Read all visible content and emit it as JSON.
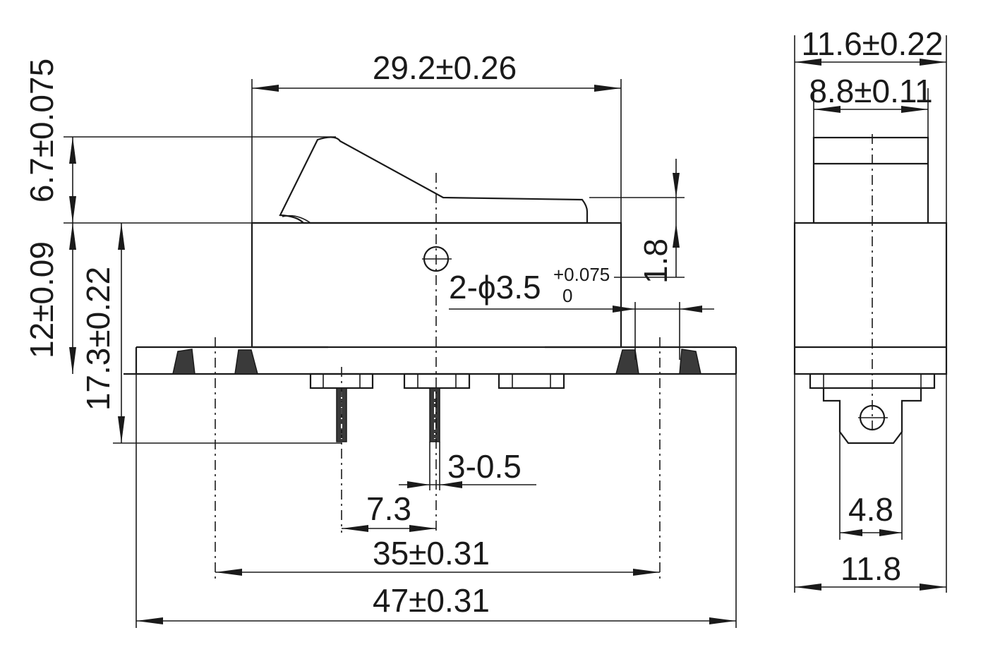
{
  "dimensions": {
    "body_width": "29.2±0.26",
    "actuator_height": "6.7±0.075",
    "body_height": "12±0.09",
    "overall_height": "17.3±0.22",
    "hole_offset": "1.8",
    "hole_spec_prefix": "2-ϕ3.5",
    "hole_tol_upper": "+0.075",
    "hole_tol_lower": "0",
    "terminal_thickness": "3-0.5",
    "terminal_pitch": "7.3",
    "mounting_hole_spacing": "35±0.31",
    "flange_length": "47±0.31",
    "side_actuator_width": "11.6±0.22",
    "side_inner_width": "8.8±0.11",
    "side_terminal_width": "4.8",
    "side_body_width": "11.8"
  }
}
